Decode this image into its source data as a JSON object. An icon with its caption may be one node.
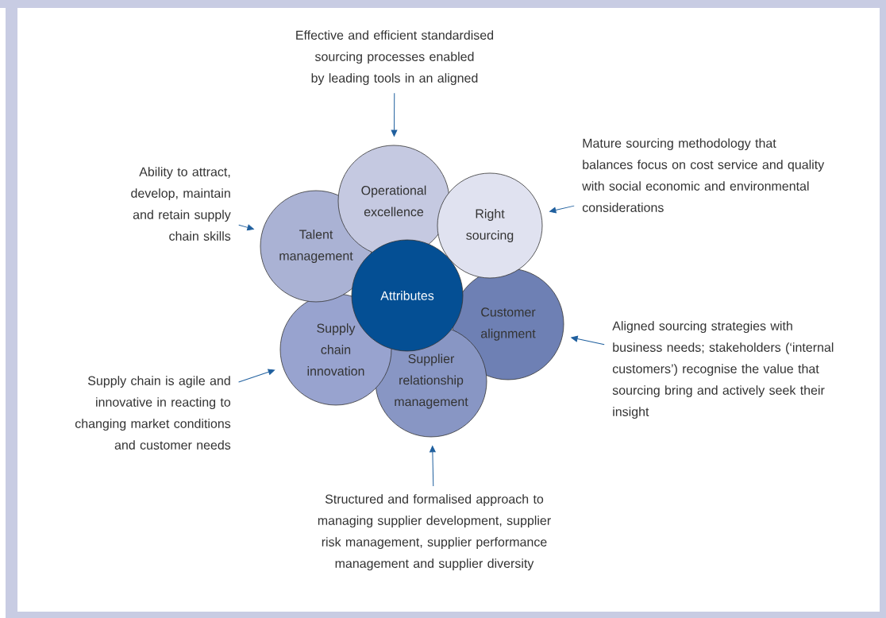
{
  "diagram": {
    "nodes": [
      {
        "text": [
          "Effective and efficient standardised sourcing processes enabled by leading tools in an aligned"
        ]
      },
      {
        "text": [
          "Operational excellence"
        ]
      },
      {
        "text": [
          "Mature sourcing methodology that balances focus on cost service and quality with social economic and environmental considerations"
        ]
      },
      {
        "text": [
          "Right sourcing"
        ]
      },
      {
        "text": [
          "Ability to attract, develop, maintain and retain supply chain skills"
        ]
      },
      {
        "text": [
          "Talent management"
        ]
      },
      {
        "text": [
          "Attributes"
        ]
      },
      {
        "text": [
          "Customer alignment"
        ]
      },
      {
        "text": [
          "Aligned sourcing strategies with business needs; stakeholders (‘internal customers’) recognise the value that sourcing bring and actively seek their insight"
        ]
      },
      {
        "text": [
          "Supply chain innovation"
        ]
      },
      {
        "text": [
          "Supply chain is agile and innovative in reacting to changing market conditions and customer needs"
        ]
      },
      {
        "text": [
          "Supplier relationship management"
        ]
      },
      {
        "text": [
          "Structured and formalised approach to managing supplier development, supplier risk management, supplier performance management and supplier diversity"
        ]
      }
    ],
    "edges": [
      {
        "from": 0,
        "to": 1,
        "arrow": "to"
      },
      {
        "from": 2,
        "to": 3,
        "arrow": "to"
      },
      {
        "from": 4,
        "to": 5,
        "arrow": "to"
      },
      {
        "from": 8,
        "to": 7,
        "arrow": "to"
      },
      {
        "from": 10,
        "to": 9,
        "arrow": "to"
      },
      {
        "from": 12,
        "to": 11,
        "arrow": "to"
      }
    ]
  }
}
